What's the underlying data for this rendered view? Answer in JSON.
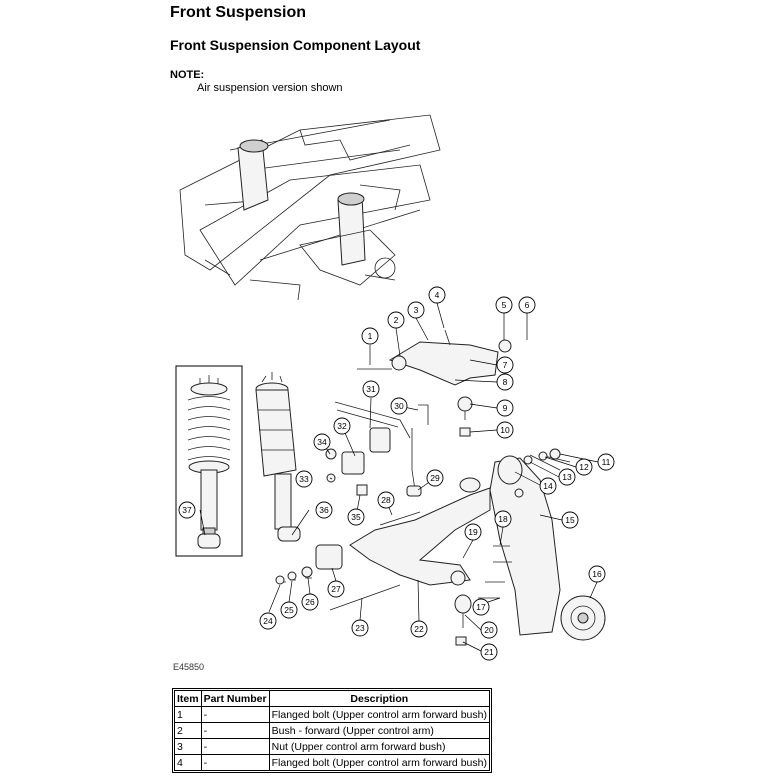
{
  "document": {
    "title": "Front Suspension",
    "subtitle": "Front Suspension Component Layout",
    "note_label": "NOTE:",
    "note_text": "Air suspension version shown",
    "figure_code": "E45850"
  },
  "callouts": [
    "1",
    "2",
    "3",
    "4",
    "5",
    "6",
    "7",
    "8",
    "9",
    "10",
    "11",
    "12",
    "13",
    "14",
    "15",
    "16",
    "17",
    "18",
    "19",
    "20",
    "21",
    "22",
    "23",
    "24",
    "25",
    "26",
    "27",
    "28",
    "29",
    "30",
    "31",
    "32",
    "33",
    "34",
    "35",
    "36",
    "37"
  ],
  "table": {
    "headers": [
      "Item",
      "Part Number",
      "Description"
    ],
    "rows": [
      [
        "1",
        "-",
        "Flanged bolt (Upper control arm forward bush)"
      ],
      [
        "2",
        "-",
        "Bush - forward (Upper control arm)"
      ],
      [
        "3",
        "-",
        "Nut (Upper control arm forward bush)"
      ],
      [
        "4",
        "-",
        "Flanged bolt (Upper control arm forward bush)"
      ]
    ]
  }
}
